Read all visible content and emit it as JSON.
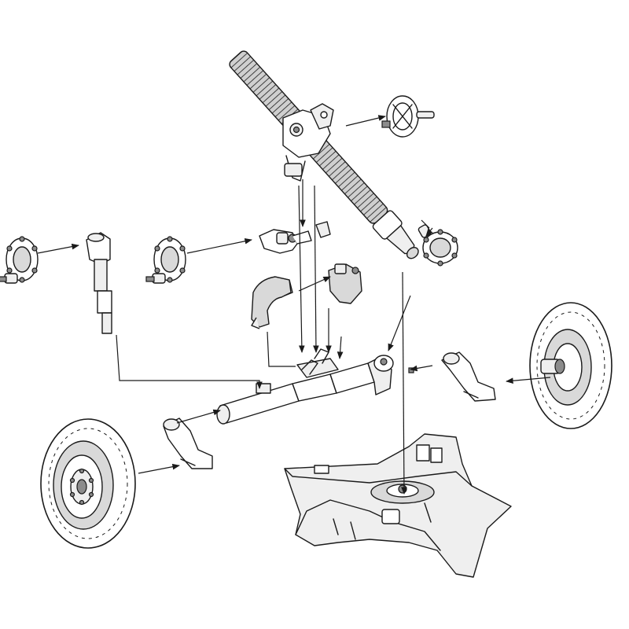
{
  "diagram": {
    "style": "exploded-assembly-line-art",
    "background": "#ffffff",
    "line_color": "#1a1a1a",
    "shade_color": "#d9d9d9",
    "parts": [
      "mortar-barrel",
      "elevation-handwheel-left",
      "elevation-handwheel-right",
      "traverse-handwheel-top",
      "traverse-handwheel-right",
      "elevation-screw-column",
      "sight-bracket",
      "clamp-collar",
      "clamp-collar-small",
      "axle-assembly",
      "wheel-left",
      "wheel-right",
      "crank-arm-left",
      "crank-arm-right",
      "base-plate"
    ]
  }
}
